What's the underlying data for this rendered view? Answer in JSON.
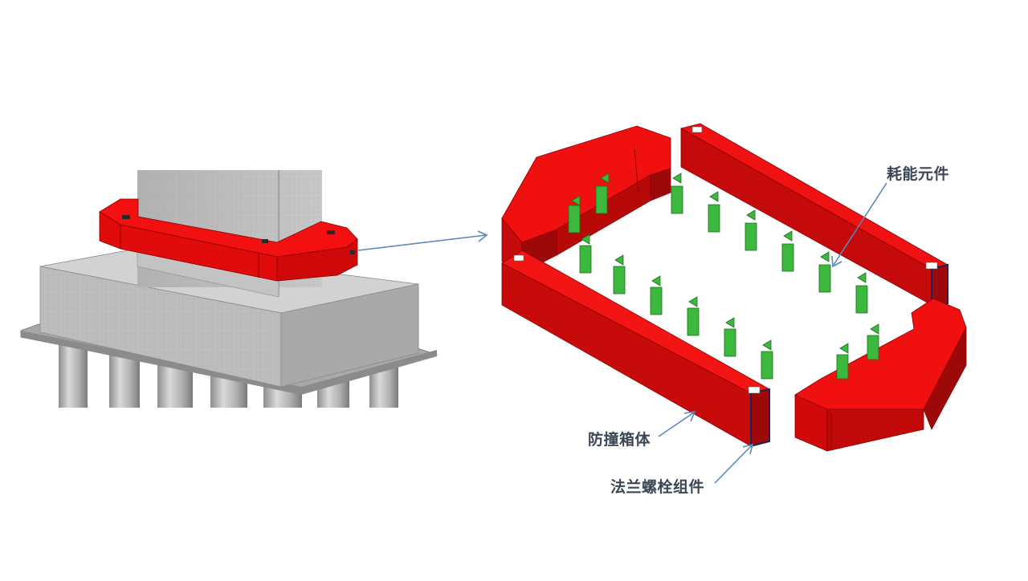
{
  "labels": {
    "energy_element": "耗能元件",
    "collision_box": "防撞箱体",
    "flange_bolt": "法兰螺栓组件"
  },
  "colors": {
    "box_red": "#ee0c0c",
    "box_red_dark": "#a40707",
    "energy_green": "#3cb83c",
    "concrete_gray": "#bdbdbd",
    "arrow_blue": "#5b86be",
    "label_text": "#3b4656",
    "bolt_navy": "#1c2456"
  }
}
